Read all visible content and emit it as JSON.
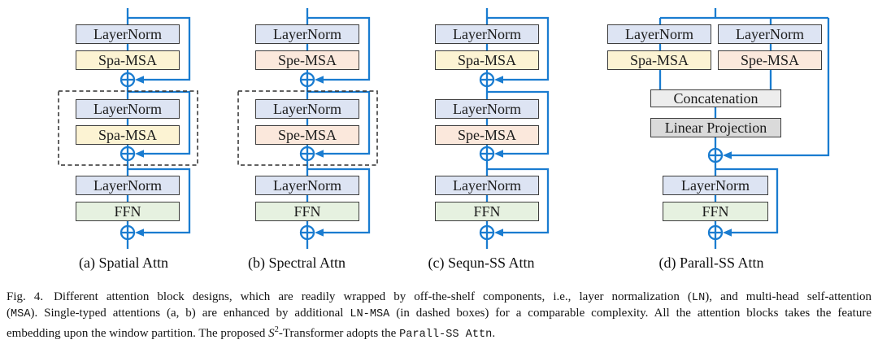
{
  "figure": {
    "icons": {
      "residual_add": "circled-plus"
    },
    "colors": {
      "line_blue": "#1a7cd0",
      "layernorm_fill": "#dde4f3",
      "spa_msa_fill": "#fcf3d3",
      "spe_msa_fill": "#fbe8dc",
      "ffn_fill": "#e6f1e0",
      "concatenation_fill": "#ededed",
      "linear_projection_fill": "#dadada",
      "box_border": "#3d3d3d"
    },
    "diagrams": {
      "a": {
        "label": "(a) Spatial Attn",
        "blocks": {
          "ln1": "LayerNorm",
          "msa1": "Spa-MSA",
          "ln2": "LayerNorm",
          "msa2": "Spa-MSA",
          "ln3": "LayerNorm",
          "ffn": "FFN"
        }
      },
      "b": {
        "label": "(b) Spectral Attn",
        "blocks": {
          "ln1": "LayerNorm",
          "msa1": "Spe-MSA",
          "ln2": "LayerNorm",
          "msa2": "Spe-MSA",
          "ln3": "LayerNorm",
          "ffn": "FFN"
        }
      },
      "c": {
        "label": "(c) Sequn-SS Attn",
        "blocks": {
          "ln1": "LayerNorm",
          "msa1": "Spa-MSA",
          "ln2": "LayerNorm",
          "msa2": "Spe-MSA",
          "ln3": "LayerNorm",
          "ffn": "FFN"
        }
      },
      "d": {
        "label": "(d) Parall-SS Attn",
        "blocks": {
          "ln_spa": "LayerNorm",
          "ln_spe": "LayerNorm",
          "spa": "Spa-MSA",
          "spe": "Spe-MSA",
          "concat": "Concatenation",
          "proj": "Linear Projection",
          "ln3": "LayerNorm",
          "ffn": "FFN"
        }
      }
    }
  },
  "caption": {
    "fig_label": "Fig. 4.",
    "line1": {
      "r1": "Different attention block designs, which are readily wrapped by off-the-shelf components, i.e., layer normalization (",
      "r2": "LN",
      "r3": "), and multi-head self-attention"
    },
    "line2": {
      "r1": "(",
      "r2": "MSA",
      "r3": "). Single-typed attentions (a, b) are enhanced by additional ",
      "r4": "LN-MSA",
      "r5": " (in dashed boxes) for a comparable complexity. All the attention blocks takes the feature"
    },
    "line3": {
      "r1": "embedding upon the window partition. The proposed ",
      "r2": "S",
      "r3": "2",
      "r4": "-Transformer adopts the ",
      "r5": "Parall-SS Attn",
      "r6": "."
    }
  }
}
